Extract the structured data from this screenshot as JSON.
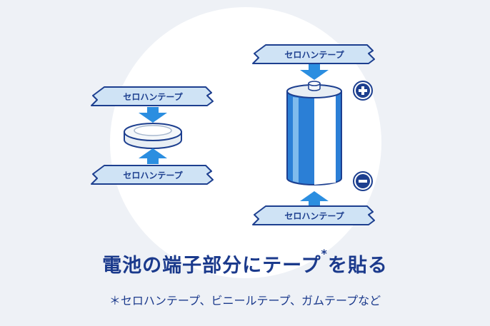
{
  "tape_labels": {
    "small_top": "セロハンテープ",
    "small_bottom": "セロハンテープ",
    "large_top": "セロハンテープ",
    "large_bottom": "セロハンテープ"
  },
  "title": {
    "main": "電池の端子部分にテープ",
    "asterisk": "*",
    "tail": "を貼る"
  },
  "note": "＊セロハンテープ、ビニールテープ、ガムテープなど",
  "colors": {
    "background": "#eef1f6",
    "circle": "#ffffff",
    "tape_fill": "#cfe3f5",
    "outline": "#1d3f8f",
    "arrow": "#2b8ee0",
    "battery_blue": "#2b7fd6",
    "text": "#1b3a8c"
  },
  "icons": [
    "plus-icon",
    "minus-icon",
    "arrow-down-icon",
    "arrow-up-icon"
  ]
}
